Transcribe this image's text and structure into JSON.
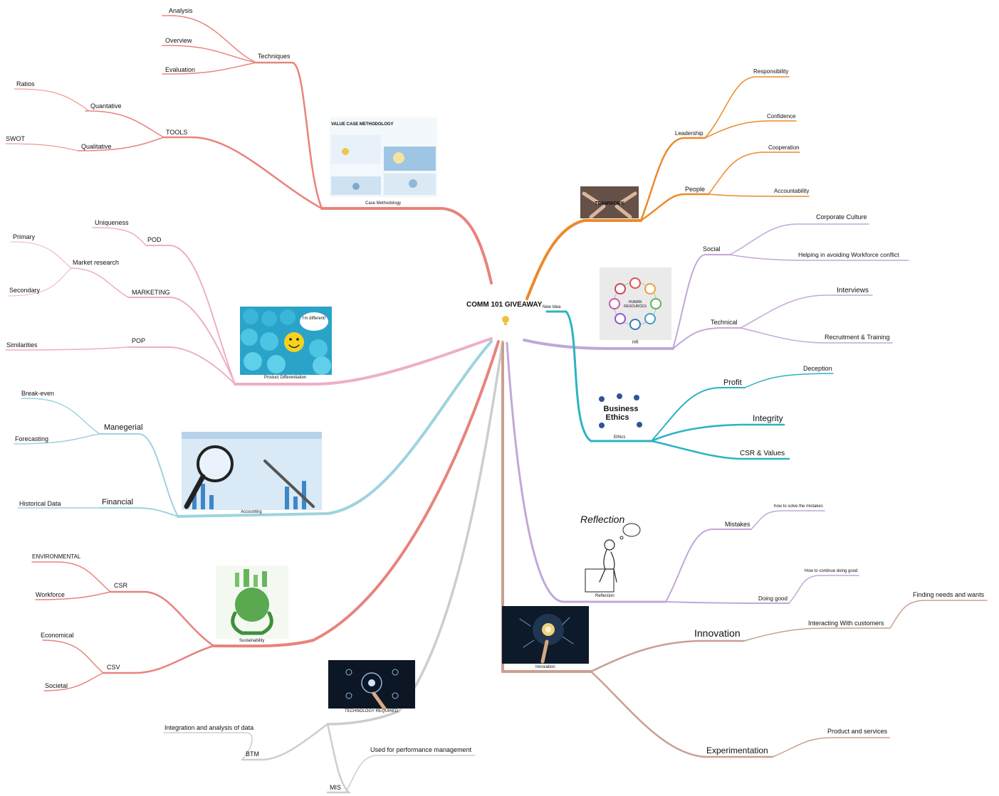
{
  "title": "COMM 101 GIVEAWAY",
  "new_idea": "New Idea",
  "colors": {
    "red": "#e8837c",
    "pink": "#eeaec8",
    "blue": "#9dd3df",
    "orange": "#eb8a2a",
    "purple": "#c2a7d8",
    "teal": "#2cb3c2",
    "brown": "#c9a091",
    "gray": "#cdcdcd",
    "center_bulb": "#f0c23a",
    "center_head": "#1e2a4a"
  },
  "branches": {
    "case": {
      "caption": "Case Methodology",
      "image_title": "VALUE CASE METHODOLOGY",
      "techniques": "Techniques",
      "analysis": "Analysis",
      "overview": "Overview",
      "evaluation": "Evaluation",
      "tools": "TOOLS",
      "quantative": "Quantative",
      "ratios": "Ratios",
      "qualitative": "Qualitative",
      "swot": "SWOT"
    },
    "product": {
      "caption": "Product Differentiation",
      "bubble": "I'm different!",
      "pod": "POD",
      "uniqueness": "Uniqueness",
      "marketing": "MARKETING",
      "market_research": "Market research",
      "primary": "Primary",
      "secondary": "Secondary",
      "pop": "POP",
      "similarities": "Similarities"
    },
    "accounting": {
      "caption": "Accounting",
      "managerial": "Manegerial",
      "break_even": "Break-even",
      "forecasting": "Forecasting",
      "financial": "Financial",
      "historical": "Historical Data"
    },
    "sustainability": {
      "caption": "Sustainability",
      "csr": "CSR",
      "environmental": "ENVIRONMENTAL",
      "workforce": "Workforce",
      "csv": "CSV",
      "economical": "Economical",
      "societal": "Societal"
    },
    "technology": {
      "caption": "TECHNOLOGY REQUIRED",
      "btm": "BTM",
      "integration": "Integration and analysis of data",
      "mis": "MIS",
      "performance": "Used for performance management"
    },
    "teamwork": {
      "image_text": "TEAMWORK",
      "leadership": "Leadership",
      "responsibility": "Responsibility",
      "confidence": "Confidence",
      "people": "People",
      "cooperation": "Cooperation",
      "accountability": "Accountability"
    },
    "hr": {
      "caption": "HR",
      "center_text_1": "HUMAN",
      "center_text_2": "RESOURCES",
      "social": "Social",
      "corporate_culture": "Corporate Culture",
      "workforce_conflict": "Helping in avoiding Workforce conflict",
      "technical": "Technical",
      "interviews": "Interviews",
      "recruitment": "Recruitment & Training"
    },
    "ethics": {
      "caption": "Ethics",
      "image_text_1": "Business",
      "image_text_2": "Ethics",
      "profit": "Profit",
      "deception": "Deception",
      "integrity": "Integrity",
      "csr_values": "CSR & Values"
    },
    "reflection": {
      "caption": "Reflection",
      "image_text": "Reflection",
      "mistakes": "Mistakes",
      "solve": "how to solve the mistakes",
      "doing_good": "Doing good",
      "continue": "How to continue doing good"
    },
    "innovation_branch": {
      "caption": "Innovation",
      "innovation": "Innovation",
      "interacting": "Interacting With customers",
      "finding": "Finding needs and wants",
      "experimentation": "Experimentation",
      "product_services": "Product and services"
    }
  }
}
